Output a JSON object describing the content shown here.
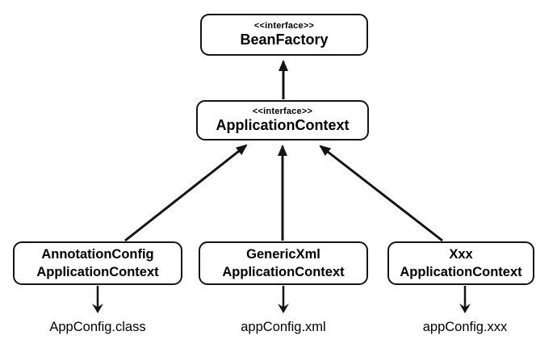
{
  "diagram": {
    "title_implied": "Spring ApplicationContext hierarchy",
    "nodes": {
      "bean_factory": {
        "stereotype": "<<interface>>",
        "name": "BeanFactory"
      },
      "application_context": {
        "stereotype": "<<interface>>",
        "name": "ApplicationContext"
      },
      "annotation_config": {
        "name_line1": "AnnotationConfig",
        "name_line2": "ApplicationContext"
      },
      "generic_xml": {
        "name_line1": "GenericXml",
        "name_line2": "ApplicationContext"
      },
      "xxx": {
        "name_line1": "Xxx",
        "name_line2": "ApplicationContext"
      }
    },
    "artifacts": {
      "app_config_class": "AppConfig.class",
      "app_config_xml": "appConfig.xml",
      "app_config_xxx": "appConfig.xxx"
    },
    "edges": [
      {
        "from": "ApplicationContext",
        "to": "BeanFactory",
        "type": "extends"
      },
      {
        "from": "AnnotationConfigApplicationContext",
        "to": "ApplicationContext",
        "type": "implements"
      },
      {
        "from": "GenericXmlApplicationContext",
        "to": "ApplicationContext",
        "type": "implements"
      },
      {
        "from": "XxxApplicationContext",
        "to": "ApplicationContext",
        "type": "implements"
      },
      {
        "from": "AnnotationConfigApplicationContext",
        "to": "AppConfig.class",
        "type": "uses"
      },
      {
        "from": "GenericXmlApplicationContext",
        "to": "appConfig.xml",
        "type": "uses"
      },
      {
        "from": "XxxApplicationContext",
        "to": "appConfig.xxx",
        "type": "uses"
      }
    ],
    "colors": {
      "line": "#141414",
      "background": "#ffffff",
      "text": "#000000"
    }
  }
}
